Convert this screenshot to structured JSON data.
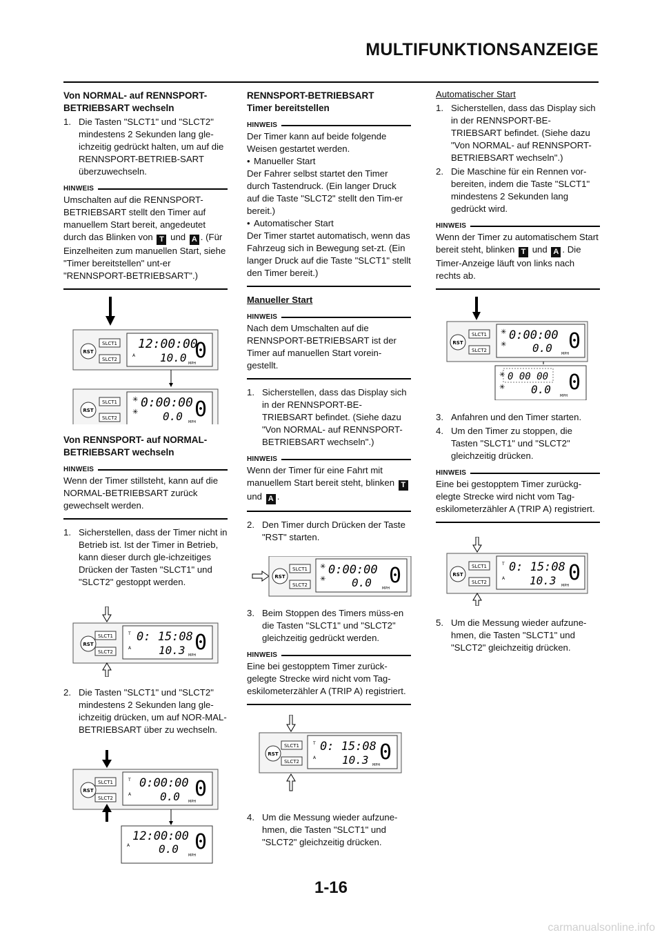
{
  "header": {
    "title": "MULTIFUNKTIONSANZEIGE"
  },
  "page_number": "1-16",
  "watermark": "carmanualsonline.info",
  "icons": {
    "t": "T",
    "a": "A"
  },
  "display": {
    "rst": "RST",
    "slct1": "SLCT1",
    "slct2": "SLCT2",
    "mph": "MPH",
    "time_clock": "12:00:00",
    "time_zero": "0:00:00",
    "time_run": "0: 15:08",
    "time_dash": "0 00 00",
    "dist_100": "10.0",
    "dist_00": "0.0",
    "dist_103": "10.3",
    "gear": "0",
    "t_badge": "T",
    "a_badge": "A"
  },
  "col1": {
    "h1a": "Von NORMAL- auf RENNSPORT-",
    "h1b": "BETRIEBSART wechseln",
    "s1": "Die Tasten \"SLCT1\" und \"SLCT2\" mindestens 2 Sekunden lang gle-ichzeitig gedrückt halten, um auf die RENNSPORT-BETRIEB-SART überzuwechseln.",
    "note1_label": "HINWEIS",
    "note1a": "Umschalten auf die RENNSPORT-BETRIEBSART stellt den Timer auf manuellem Start bereit, angedeutet durch das Blinken von",
    "note1_und": "und",
    "note1b": ". (Für Einzelheiten zum manuellen Start, siehe \"Timer bereitstellen\" unt-er \"RENNSPORT-BETRIEBSART\".)",
    "h2a": "Von RENNSPORT- auf NORMAL-",
    "h2b": "BETRIEBSART wechseln",
    "note2_label": "HINWEIS",
    "note2": "Wenn der Timer stillsteht, kann auf die NORMAL-BETRIEBSART zurück gewechselt werden.",
    "s2": "Sicherstellen, dass der Timer nicht in Betrieb ist. Ist der Timer in Betrieb, kann dieser durch gle-ichzeitiges Drücken der Tasten \"SLCT1\" und \"SLCT2\" gestoppt werden.",
    "s3": "Die Tasten \"SLCT1\" und \"SLCT2\" mindestens 2 Sekunden lang gle-ichzeitig drücken, um auf NOR-MAL-BETRIEBSART über zu wechseln."
  },
  "col2": {
    "h1a": "RENNSPORT-BETRIEBSART",
    "h1b": "Timer bereitstellen",
    "note1_label": "HINWEIS",
    "note1_intro": "Der Timer kann auf beide folgende Weisen gestartet werden.",
    "note1_b1": "Manueller Start",
    "note1_p1": "Der Fahrer selbst startet den Timer durch Tastendruck. (Ein langer Druck auf die Taste \"SLCT2\" stellt den Tim-er bereit.)",
    "note1_b2": "Automatischer Start",
    "note1_p2": "Der Timer startet automatisch, wenn das Fahrzeug sich in Bewegung set-zt. (Ein langer Druck auf die Taste \"SLCT1\" stellt den Timer bereit.)",
    "sub1": "Manueller Start",
    "note2_label": "HINWEIS",
    "note2": "Nach dem Umschalten auf die RENNSPORT-BETRIEBSART ist der Timer auf manuellen Start vorein-gestellt.",
    "s1": "Sicherstellen, dass das Display sich in der RENNSPORT-BE-TRIEBSART befindet. (Siehe dazu \"Von NORMAL- auf RENNSPORT-BETRIEBSART wechseln\".)",
    "note3_label": "HINWEIS",
    "note3a": "Wenn der Timer für eine Fahrt mit manuellem Start bereit steht, blinken",
    "note3_und": "und",
    "note3b": ".",
    "s2": "Den Timer durch Drücken der Taste \"RST\" starten.",
    "s3": "Beim Stoppen des Timers müss-en die Tasten \"SLCT1\" und \"SLCT2\" gleichzeitig gedrückt werden.",
    "note4_label": "HINWEIS",
    "note4": "Eine bei gestopptem Timer zurück-gelegte Strecke wird nicht vom Tag-eskilometerzähler A (TRIP A) registriert.",
    "s4": "Um die Messung wieder aufzune-hmen, die Tasten \"SLCT1\" und \"SLCT2\" gleichzeitig drücken."
  },
  "col3": {
    "sub1": "Automatischer Start",
    "s1": "Sicherstellen, dass das Display sich in der RENNSPORT-BE-TRIEBSART befindet. (Siehe dazu \"Von NORMAL- auf RENNSPORT-BETRIEBSART wechseln\".)",
    "s2": "Die Maschine für ein Rennen vor-bereiten, indem die Taste \"SLCT1\" mindestens 2 Sekunden lang gedrückt wird.",
    "note1_label": "HINWEIS",
    "note1a": "Wenn der Timer zu automatischem Start bereit steht, blinken",
    "note1_und": "und",
    "note1b": ". Die Timer-Anzeige läuft von links nach rechts ab.",
    "s3": "Anfahren und den Timer starten.",
    "s4": "Um den Timer zu stoppen, die Tasten \"SLCT1\" und \"SLCT2\" gleichzeitig drücken.",
    "note2_label": "HINWEIS",
    "note2": "Eine bei gestopptem Timer zurückg-elegte Strecke wird nicht vom Tag-eskilometerzähler A (TRIP A) registriert.",
    "s5": "Um die Messung wieder aufzune-hmen, die Tasten \"SLCT1\" und \"SLCT2\" gleichzeitig drücken."
  },
  "steps": {
    "n1": "1.",
    "n2": "2.",
    "n3": "3.",
    "n4": "4.",
    "n5": "5."
  }
}
